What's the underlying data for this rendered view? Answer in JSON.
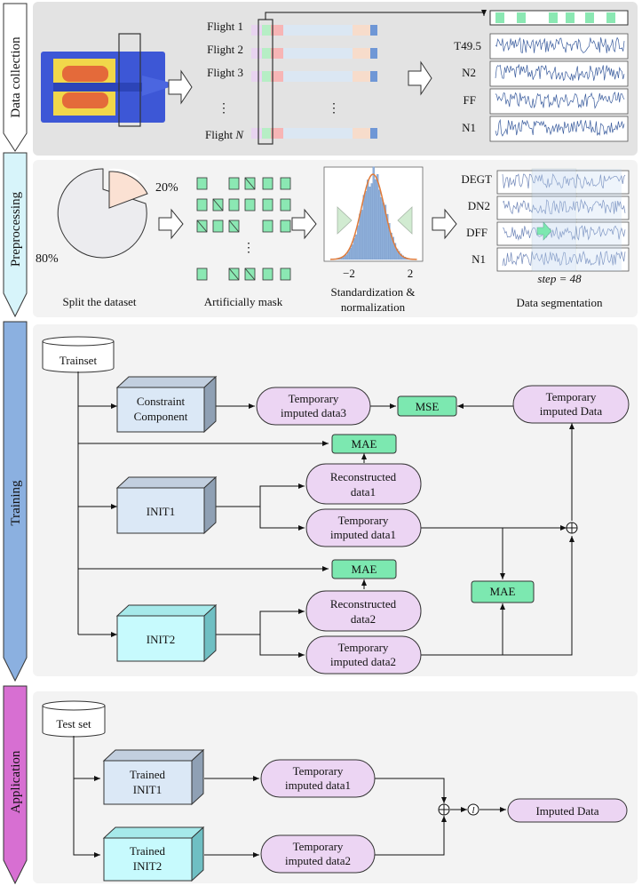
{
  "stages": {
    "data_collection": "Data collection",
    "preprocessing": "Preprocessing",
    "training": "Training",
    "application": "Application"
  },
  "collection": {
    "flights": [
      "Flight 1",
      "Flight 2",
      "Flight 3",
      "⋮",
      "Flight N"
    ],
    "flight_prefix": "Flight",
    "flight_var": "N",
    "dots": "⋮",
    "signals": [
      "T49.5",
      "N2",
      "FF",
      "N1"
    ]
  },
  "preprocessing": {
    "pct_20": "20%",
    "pct_80": "80%",
    "split_label": "Split the dataset",
    "mask_label": "Artificially mask",
    "mask_dots": "⋮",
    "norm_label_1": "Standardization &",
    "norm_label_2": "normalization",
    "axis_min": "−2",
    "axis_max": "2",
    "seg_signals": [
      "DEGT",
      "DN2",
      "DFF",
      "N1"
    ],
    "step_text": "step = 48",
    "seg_label": "Data segmentation"
  },
  "training": {
    "trainset": "Trainset",
    "constraint_1": "Constraint",
    "constraint_2": "Component",
    "tid3_1": "Temporary",
    "tid3_2": "imputed data3",
    "mse": "MSE",
    "tid_1": "Temporary",
    "tid_2": "imputed Data",
    "mae": "MAE",
    "rec1_1": "Reconstructed",
    "rec1_2": "data1",
    "init1": "INIT1",
    "tid1_1": "Temporary",
    "tid1_2": "imputed data1",
    "rec2_1": "Reconstructed",
    "rec2_2": "data2",
    "init2": "INIT2",
    "tid2_1": "Temporary",
    "tid2_2": "imputed data2"
  },
  "application": {
    "testset": "Test set",
    "trained1_1": "Trained",
    "trained1_2": "INIT1",
    "trained2_1": "Trained",
    "trained2_2": "INIT2",
    "atid1_1": "Temporary",
    "atid1_2": "imputed data1",
    "atid2_1": "Temporary",
    "atid2_2": "imputed data2",
    "l_sym": "l",
    "imputed": "Imputed Data"
  },
  "colors": {
    "panel_gray": "#e3e3e3",
    "panel_light": "#f3f3f3",
    "preprocess_arrow": "#d7f4fa",
    "training_arrow": "#8bb0e0",
    "application_arrow": "#d76fd2",
    "purple_box": "#ecd5f3",
    "green_box": "#7ce8b0",
    "blue_cube": "#dbe8f6",
    "cyan_cube": "#c7fafd",
    "series_blue": "#3b5d9e"
  }
}
